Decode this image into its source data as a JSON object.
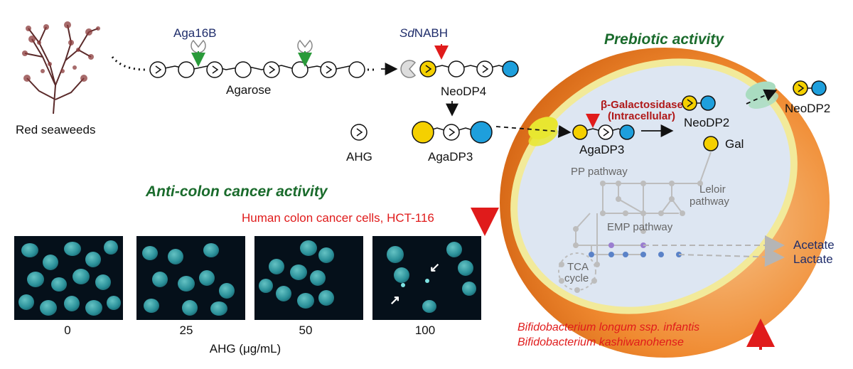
{
  "labels": {
    "red_seaweeds": "Red seaweeds",
    "agarose": "Agarose",
    "aga16b": "Aga16B",
    "sdnabh_prefix": "Sd",
    "sdnabh_suffix": "NABH",
    "neodp4": "NeoDP4",
    "ahg": "AHG",
    "agadp3": "AgaDP3",
    "prebiotic_heading": "Prebiotic activity",
    "beta_gal_line1": "β-Galactosidase",
    "beta_gal_line2": "(Intracellular)",
    "agadp3_cell": "AgaDP3",
    "neodp2_inner": "NeoDP2",
    "neodp2_outer": "NeoDP2",
    "gal": "Gal",
    "pp_pathway": "PP pathway",
    "leloir_line1": "Leloir",
    "leloir_line2": "pathway",
    "emp_pathway": "EMP pathway",
    "tca_line1": "TCA",
    "tca_line2": "cycle",
    "acetate": "Acetate",
    "lactate": "Lactate",
    "bacteria_1": "Bifidobacterium longum ssp. infantis",
    "bacteria_2": "Bifidobacterium kashiwanohense",
    "anticancer_heading": "Anti-colon cancer activity",
    "cancer_cells": "Human colon cancer cells, HCT-116",
    "dose_0": "0",
    "dose_25": "25",
    "dose_50": "50",
    "dose_100": "100",
    "dose_axis": "AHG (μg/mL)"
  },
  "colors": {
    "galactose_yellow": "#f5d000",
    "glucose_blue": "#1e9fdc",
    "heading_green": "#1a6b2c",
    "enzyme_navy": "#1f2d6b",
    "up_down_red": "#e01b1b",
    "cell_orange": "#f08a30",
    "cell_interior": "#dde6f2",
    "membrane_yellow": "#f2ea9a",
    "transporter_yellow": "#e8e630",
    "transporter_green": "#a9dcc0"
  },
  "icons": [
    "seaweed-icon",
    "ahg-residue-icon",
    "galactose-residue-icon",
    "hydrolase-enzyme-icon",
    "transporter-icon"
  ]
}
